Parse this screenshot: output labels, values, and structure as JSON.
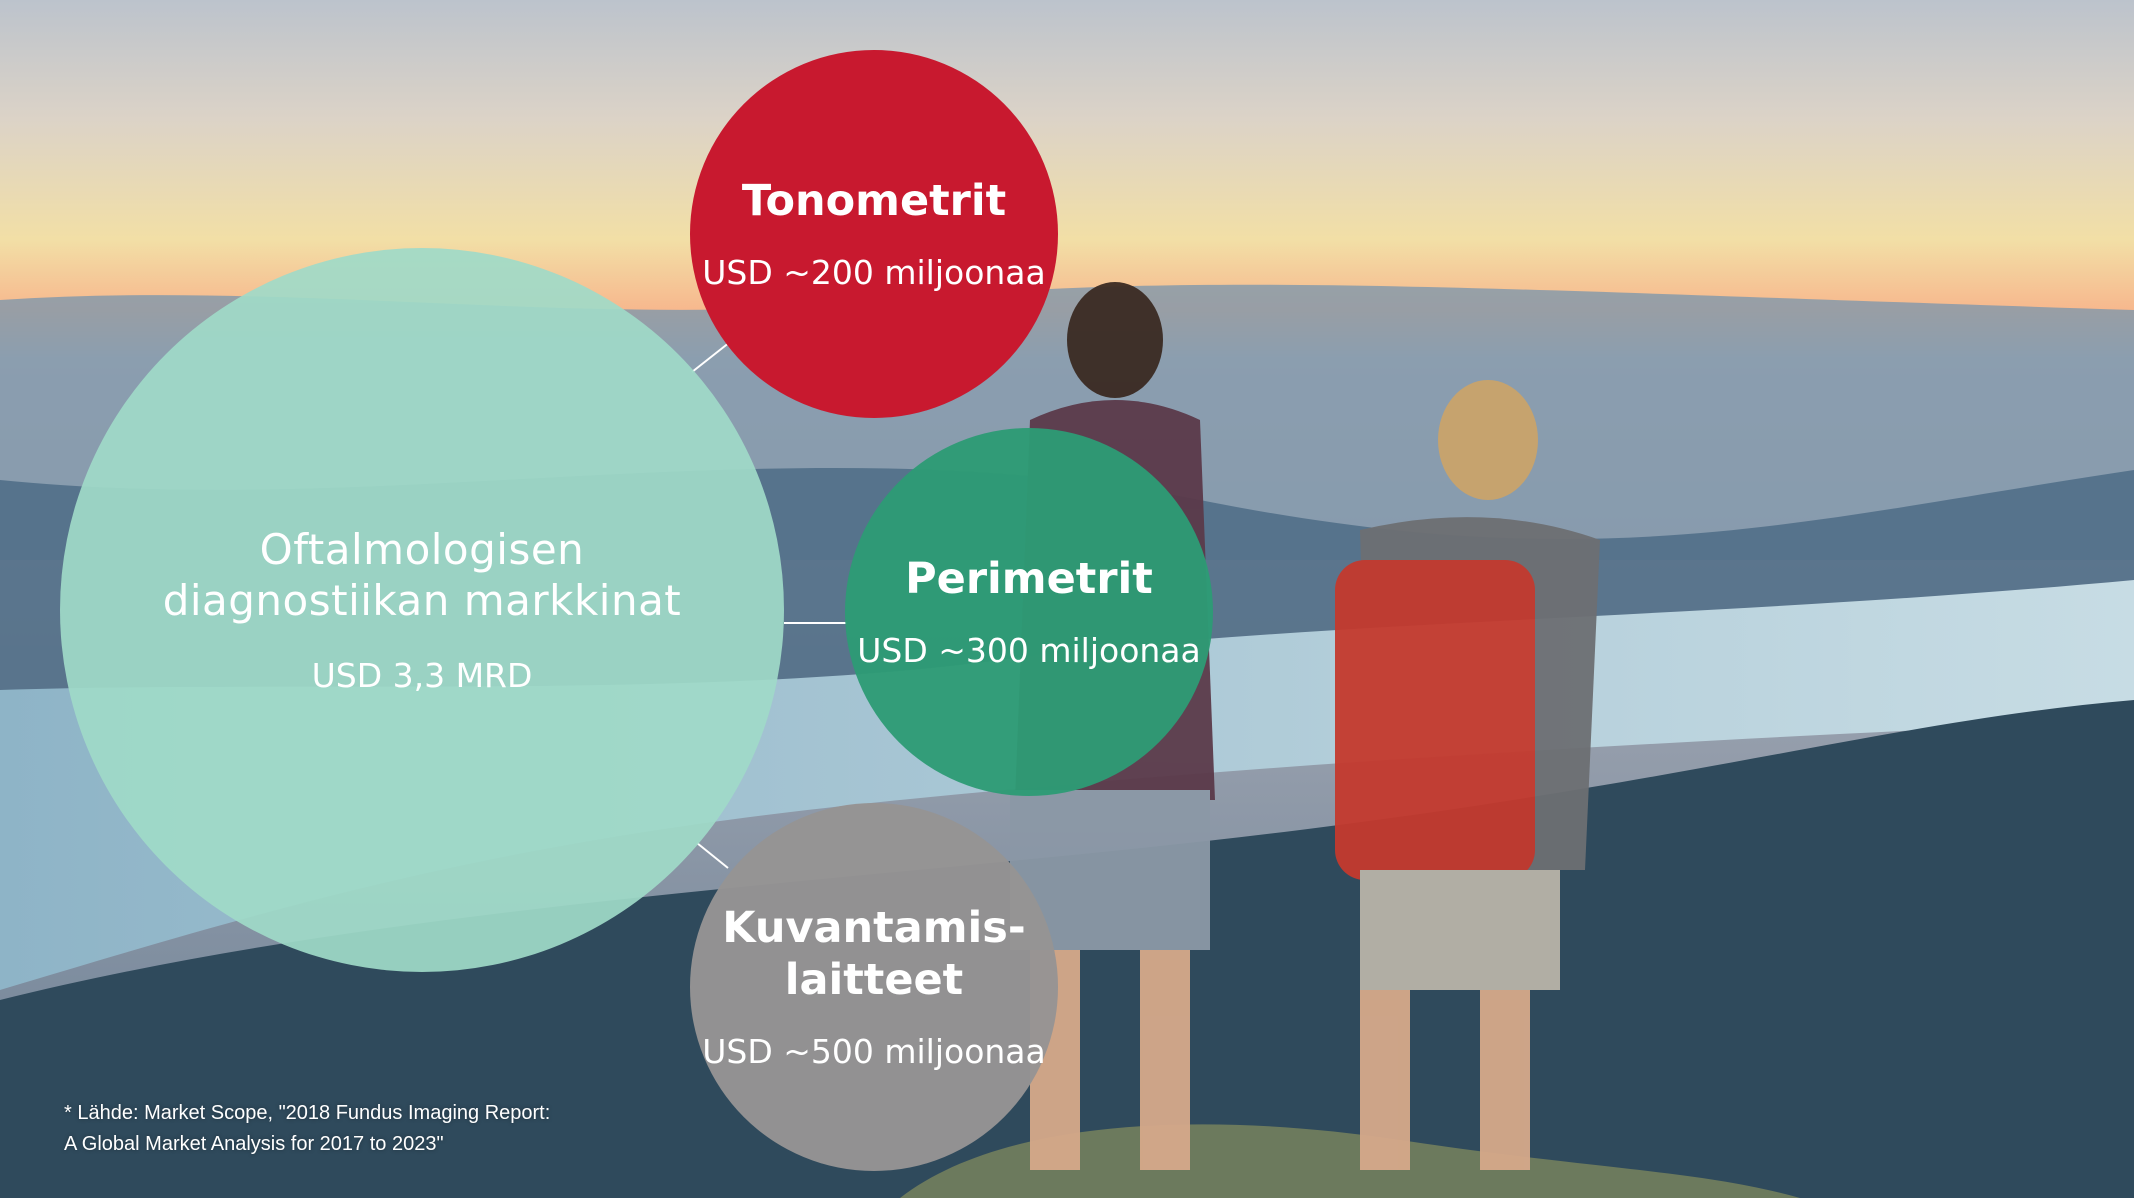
{
  "colors": {
    "main_bubble": "#A0DAC8",
    "tonometrit": "#C8192F",
    "perimetrit": "#2E9B75",
    "kuvantamis": "#969494"
  },
  "main": {
    "title_line1": "Oftalmologisen",
    "title_line2": "diagnostiikan markkinat",
    "value": "USD 3,3 MRD"
  },
  "segments": {
    "tonometrit": {
      "title": "Tonometrit",
      "value": "USD ~200 miljoonaa"
    },
    "perimetrit": {
      "title": "Perimetrit",
      "value": "USD ~300 miljoonaa"
    },
    "kuvantamis": {
      "title_line1": "Kuvantamis-",
      "title_line2": "laitteet",
      "value": "USD ~500 miljoonaa"
    }
  },
  "footnote": {
    "line1": "* Lähde: Market Scope, \"2018 Fundus Imaging Report:",
    "line2": "A Global Market Analysis for 2017 to 2023\""
  }
}
